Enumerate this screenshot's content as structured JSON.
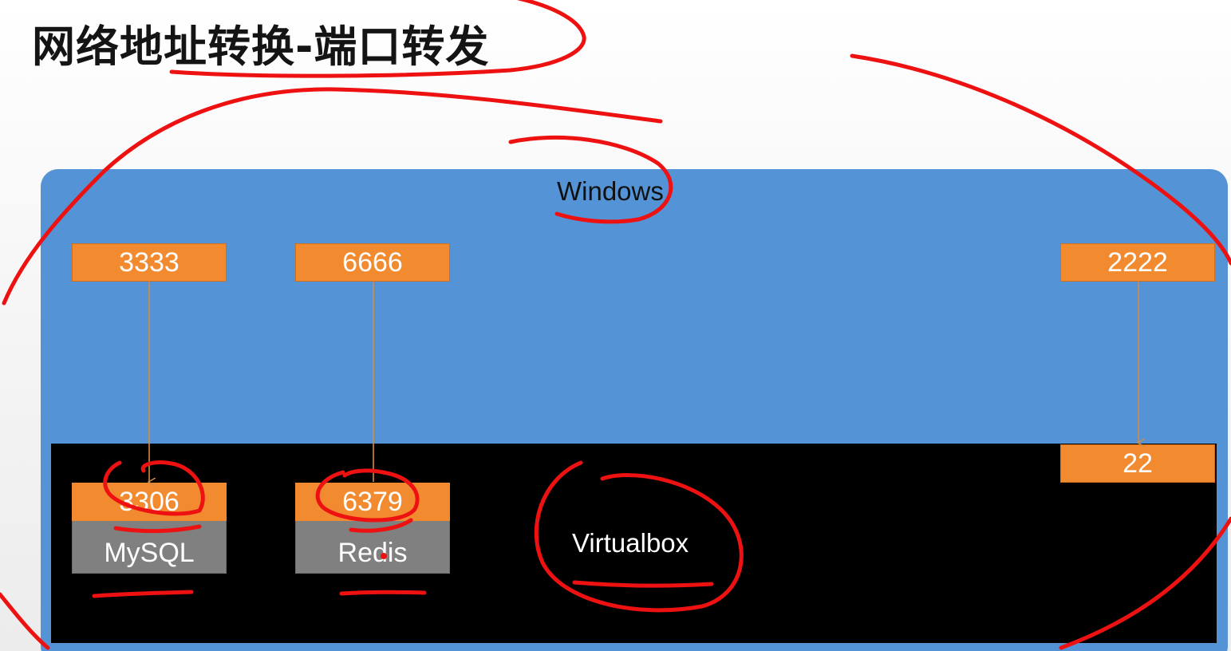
{
  "title": "网络地址转换-端口转发",
  "windows": {
    "label": "Windows",
    "host_ports": [
      "3333",
      "6666",
      "2222"
    ]
  },
  "virtualbox": {
    "label": "Virtualbox",
    "services": [
      {
        "port": "3306",
        "name": "MySQL"
      },
      {
        "port": "6379",
        "name": "Redis"
      }
    ],
    "ssh_port": "22"
  },
  "colors": {
    "windows_panel": "#5494d6",
    "vbox_panel": "#000000",
    "port_box": "#f28b30",
    "service_box": "#808080",
    "arrow": "#d08a4a",
    "annotation": "#ee1111"
  }
}
